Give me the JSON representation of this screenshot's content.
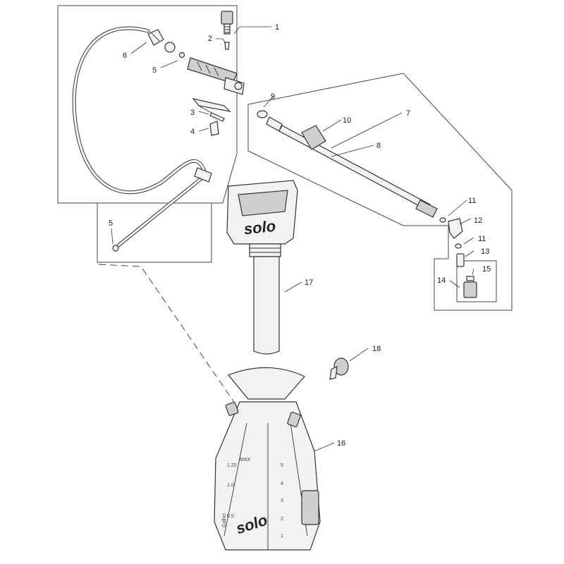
{
  "callouts": {
    "c1": "1",
    "c2": "2",
    "c3": "3",
    "c4": "4",
    "c5a": "5",
    "c5b": "5",
    "c6": "6",
    "c7": "7",
    "c8": "8",
    "c9": "9",
    "c10": "10",
    "c11a": "11",
    "c11b": "11",
    "c12": "12",
    "c13": "13",
    "c14": "14",
    "c15": "15",
    "c16": "16",
    "c17": "17",
    "c18": "18"
  },
  "brand": {
    "handle_logo": "solo",
    "tank_logo": "solo"
  },
  "tank_scale": {
    "max_label": "MAX",
    "liters": [
      "5",
      "4",
      "3",
      "2",
      "1"
    ],
    "gallon_label": "Gallon",
    "gallons": [
      "1.25",
      "1.0",
      "0.5"
    ]
  },
  "colors": {
    "line": "#333333",
    "fill": "#f2f2f2"
  }
}
